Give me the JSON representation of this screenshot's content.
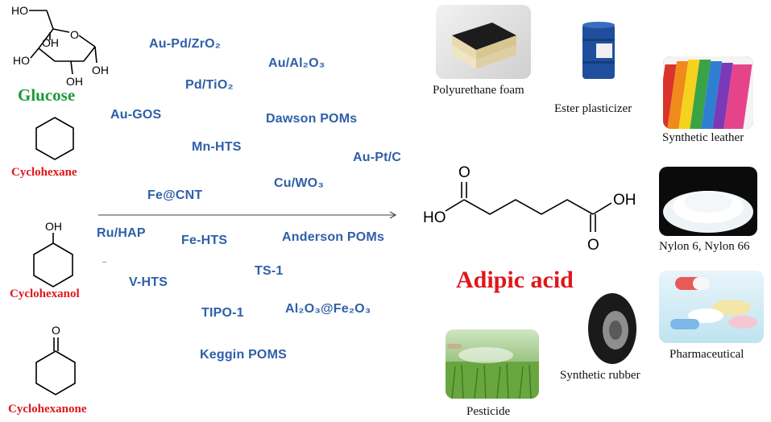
{
  "reactants": {
    "glucose": "Glucose",
    "cyclohexane": "Cyclohexane",
    "cyclohexanol": "Cyclohexanol",
    "cyclohexanone": "Cyclohexanone",
    "atoms": {
      "glucose_ho_top": "HO",
      "glucose_oh_1": "OH",
      "glucose_o_ring": "O",
      "glucose_ho_left": "HO",
      "glucose_oh_right": "OH",
      "glucose_oh_bottom": "OH",
      "cyclohexanol_oh": "OH",
      "cyclohexanone_o": "O"
    }
  },
  "catalysts": [
    {
      "text": "Au-Pd/ZrO₂",
      "key": "au-pd-zro2"
    },
    {
      "text": "Au/Al₂O₃",
      "key": "au-al2o3"
    },
    {
      "text": "Pd/TiO₂",
      "key": "pd-tio2"
    },
    {
      "text": "Au-GOS",
      "key": "au-gos"
    },
    {
      "text": "Dawson POMs",
      "key": "dawson-poms"
    },
    {
      "text": "Mn-HTS",
      "key": "mn-hts"
    },
    {
      "text": "Au-Pt/C",
      "key": "au-pt-c"
    },
    {
      "text": "Cu/WO₃",
      "key": "cu-wo3"
    },
    {
      "text": "Fe@CNT",
      "key": "fe-cnt"
    },
    {
      "text": "Ru/HAP",
      "key": "ru-hap"
    },
    {
      "text": "Fe-HTS",
      "key": "fe-hts"
    },
    {
      "text": "Anderson POMs",
      "key": "anderson-poms"
    },
    {
      "text": "TS-1",
      "key": "ts-1"
    },
    {
      "text": "V-HTS",
      "key": "v-hts"
    },
    {
      "text": "TIPO-1",
      "key": "tipo-1"
    },
    {
      "text": "Al₂O₃@Fe₂O₃",
      "key": "al2o3-fe2o3"
    },
    {
      "text": "Keggin POMS",
      "key": "keggin-poms"
    }
  ],
  "product": {
    "name": "Adipic acid",
    "atoms": {
      "o_top": "O",
      "oh_right": "OH",
      "ho_left": "HO",
      "o_bottom": "O"
    }
  },
  "applications": {
    "polyurethane_foam": "Polyurethane foam",
    "ester_plasticizer": "Ester plasticizer",
    "synthetic_leather": "Synthetic leather",
    "nylon": "Nylon 6, Nylon 66",
    "pharmaceutical": "Pharmaceutical",
    "synthetic_rubber": "Synthetic rubber",
    "pesticide": "Pesticide"
  },
  "colors": {
    "catalyst_text": "#2e5fa8",
    "reactant_label": "#e0161b",
    "glucose_label": "#1e9a3c",
    "product_label": "#e0161b"
  }
}
